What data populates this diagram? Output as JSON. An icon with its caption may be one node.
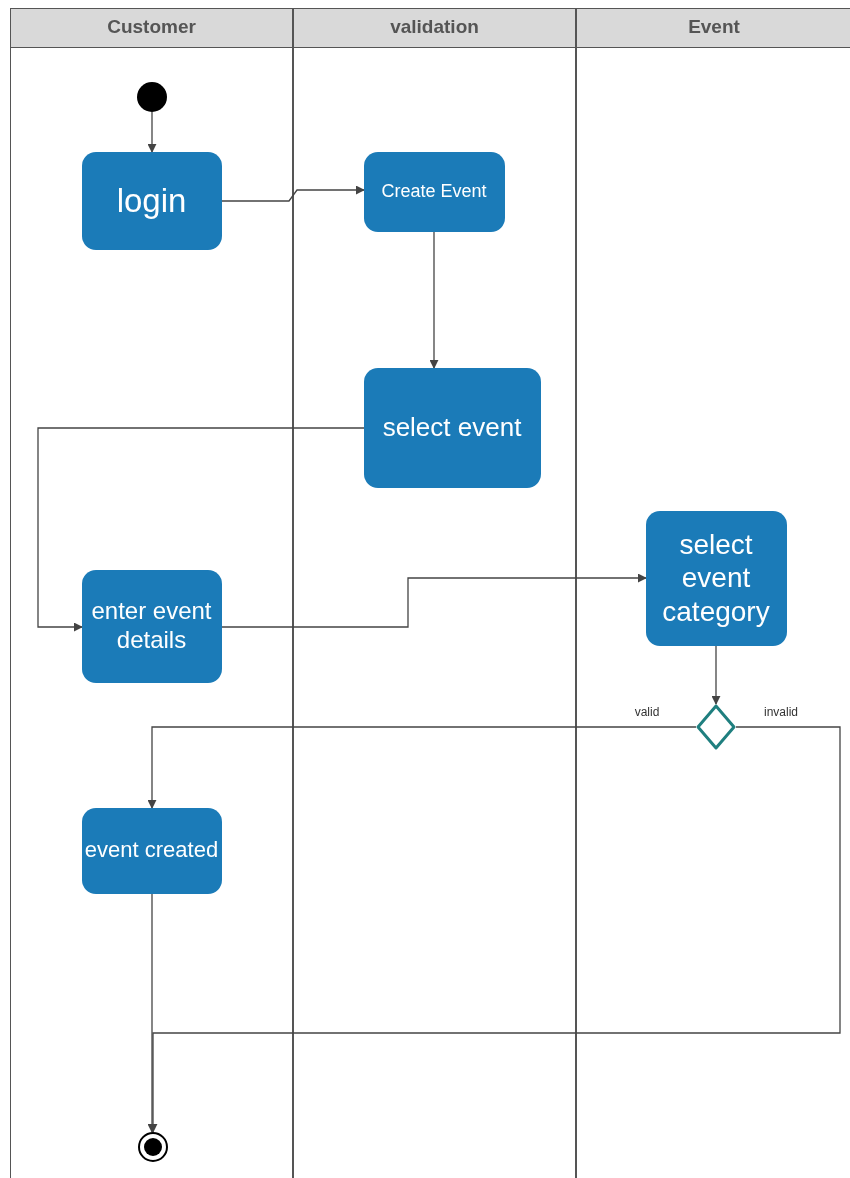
{
  "diagram": {
    "nodes": [
      {
        "text": [
          "Customer"
        ]
      },
      {
        "text": [
          "validation"
        ]
      },
      {
        "text": [
          "Event"
        ]
      },
      {
        "text": [],
        "shape": "circle",
        "in": 0
      },
      {
        "text": [
          "login"
        ],
        "in": 0
      },
      {
        "text": [
          "Create Event"
        ],
        "in": 1
      },
      {
        "text": [
          "select event"
        ],
        "in": 1
      },
      {
        "text": [
          "enter event details"
        ],
        "in": 0
      },
      {
        "text": [
          "select event category"
        ],
        "in": 2
      },
      {
        "text": [],
        "shape": "diamond",
        "in": 2
      },
      {
        "text": [
          "event created"
        ],
        "in": 0
      },
      {
        "text": [],
        "shape": "circle",
        "in": 0
      }
    ],
    "edges": [
      {
        "from": 3,
        "to": 4,
        "arrow": "to"
      },
      {
        "from": 4,
        "to": 5,
        "arrow": "to"
      },
      {
        "from": 5,
        "to": 6,
        "arrow": "to"
      },
      {
        "from": 6,
        "to": 7,
        "arrow": "to"
      },
      {
        "from": 7,
        "to": 8,
        "arrow": "to"
      },
      {
        "from": 8,
        "to": 9,
        "arrow": "to"
      },
      {
        "from": 9,
        "to": 10,
        "arrow": "to",
        "label": "valid"
      },
      {
        "from": 9,
        "to": 11,
        "arrow": "to",
        "label": "invalid"
      },
      {
        "from": 10,
        "to": 11,
        "arrow": "to"
      }
    ]
  }
}
